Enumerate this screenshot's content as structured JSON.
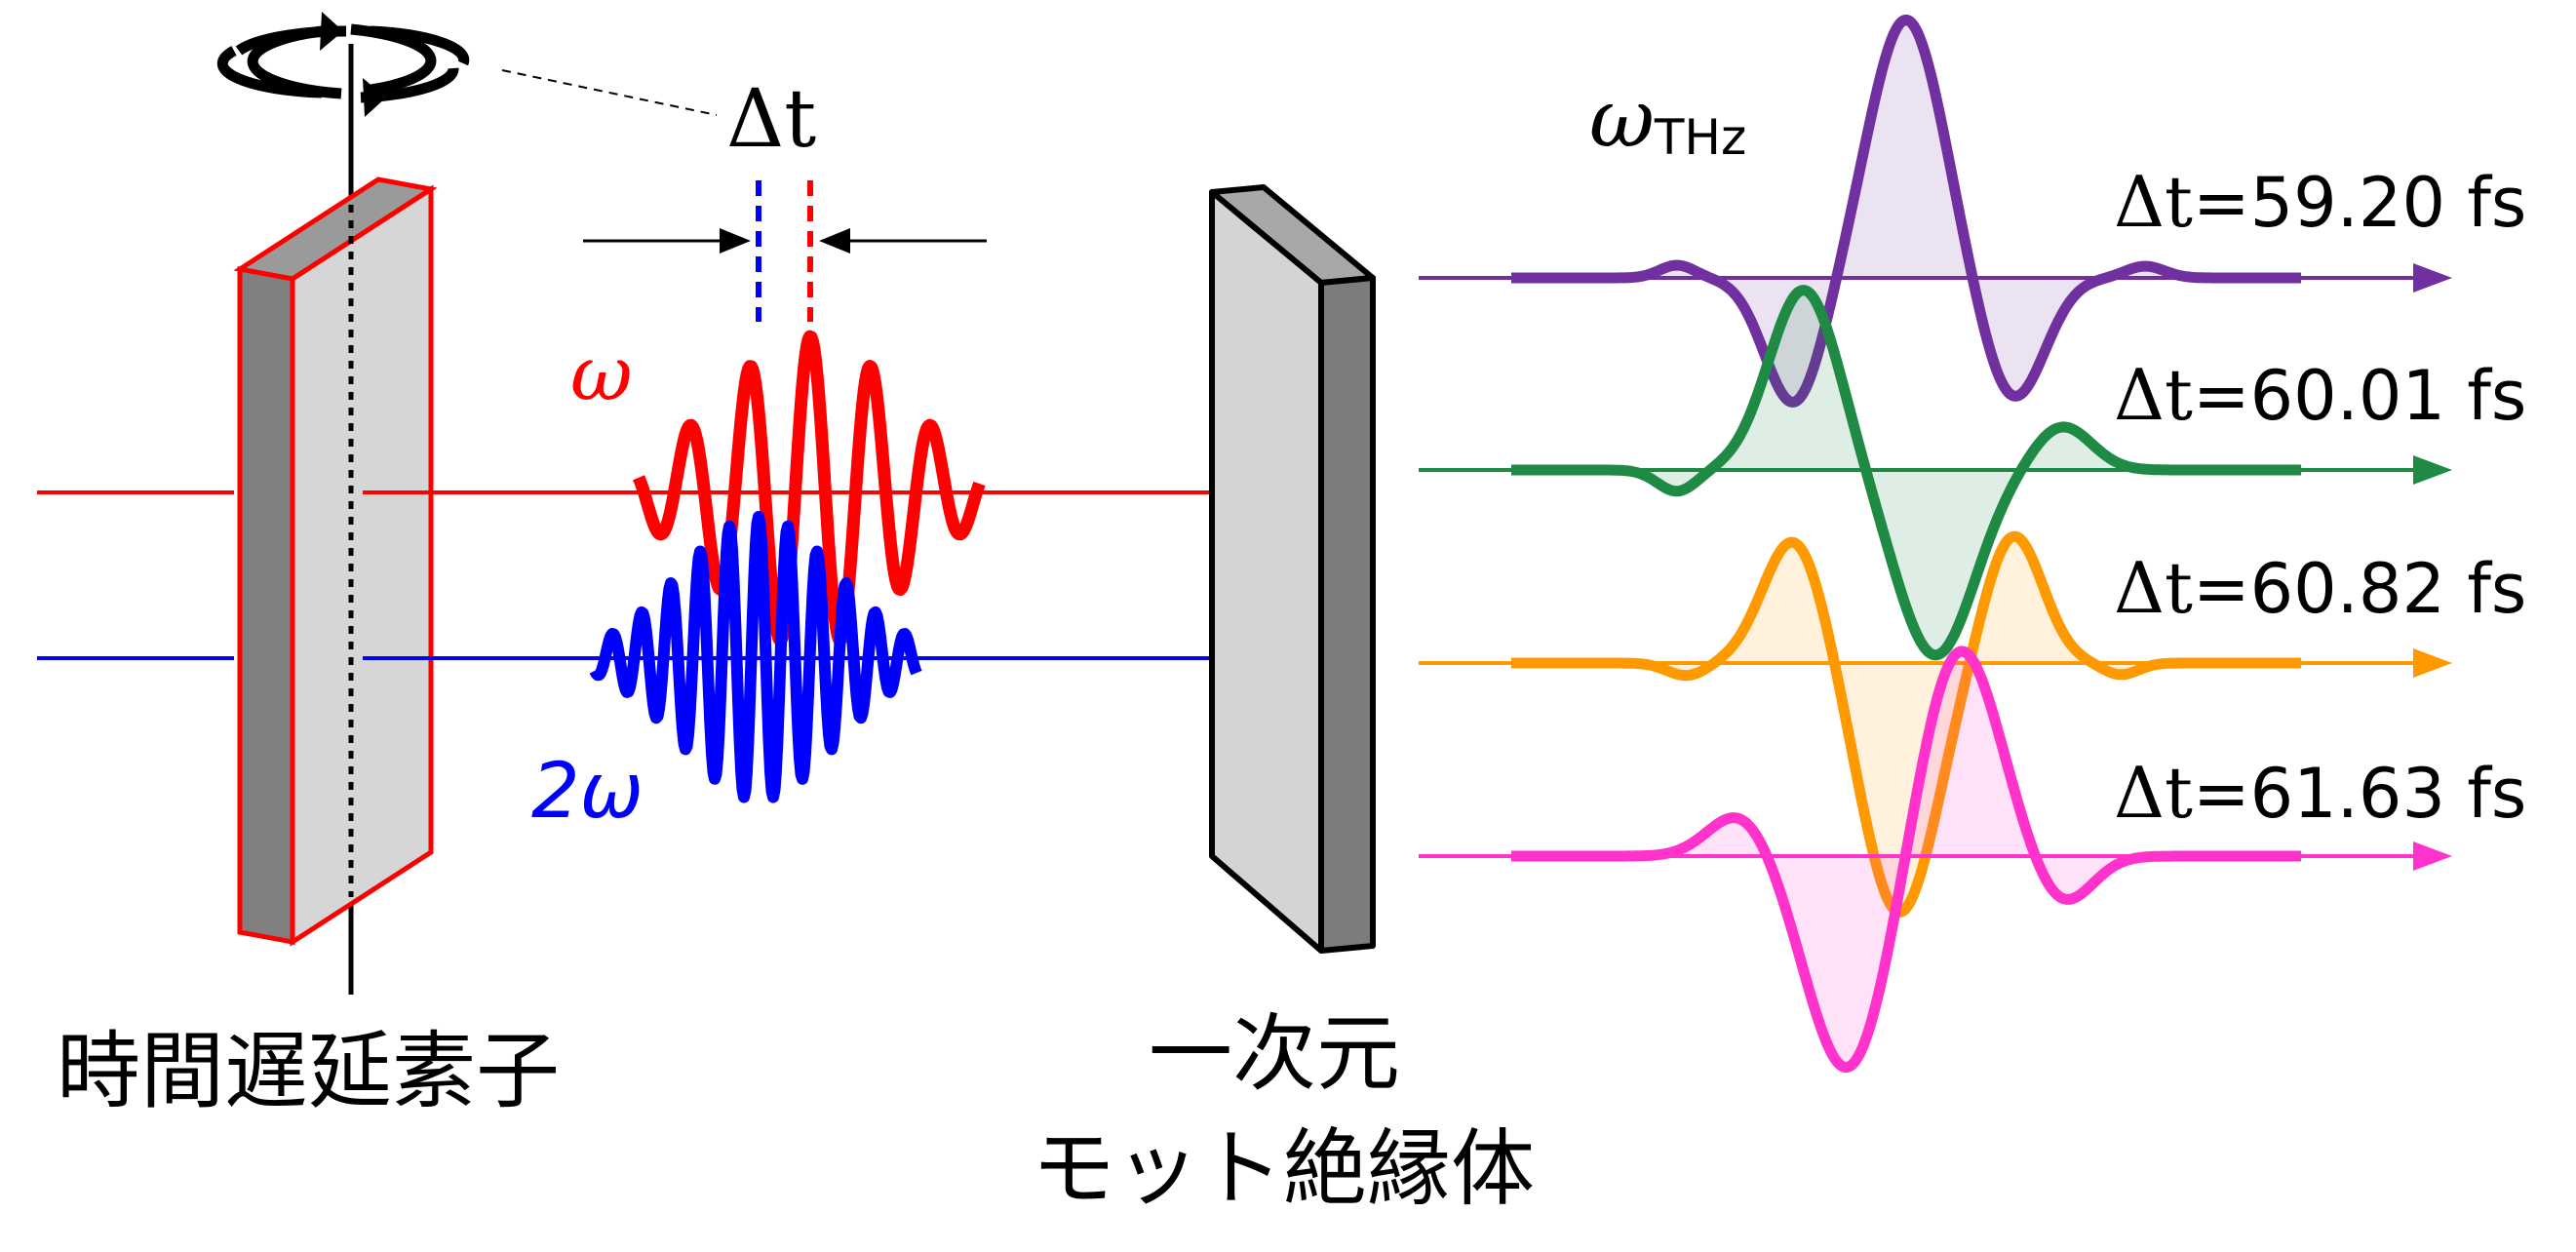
{
  "colors": {
    "red": "#ff0000",
    "blue": "#0000ff",
    "purple": "#7030a0",
    "green": "#1e8a44",
    "orange": "#ff9900",
    "magenta": "#ff33cc",
    "slab_light": "#d0d0d0",
    "slab_dark": "#808080"
  },
  "labels": {
    "delta_t": "Δt",
    "omega": "ω",
    "two_omega": "2ω",
    "omega_thz_symbol": "ω",
    "omega_thz_sub": "THz",
    "delay_element": "時間遅延素子",
    "mott_line1": "一次元",
    "mott_line2": "モット絶縁体"
  },
  "traces": [
    {
      "name": "purple",
      "dt_symbol": "Δt",
      "dt_value": "=59.20 fs"
    },
    {
      "name": "green",
      "dt_symbol": "Δt",
      "dt_value": "=60.01 fs"
    },
    {
      "name": "orange",
      "dt_symbol": "Δt",
      "dt_value": "=60.82 fs"
    },
    {
      "name": "magenta",
      "dt_symbol": "Δt",
      "dt_value": "=61.63 fs"
    }
  ]
}
